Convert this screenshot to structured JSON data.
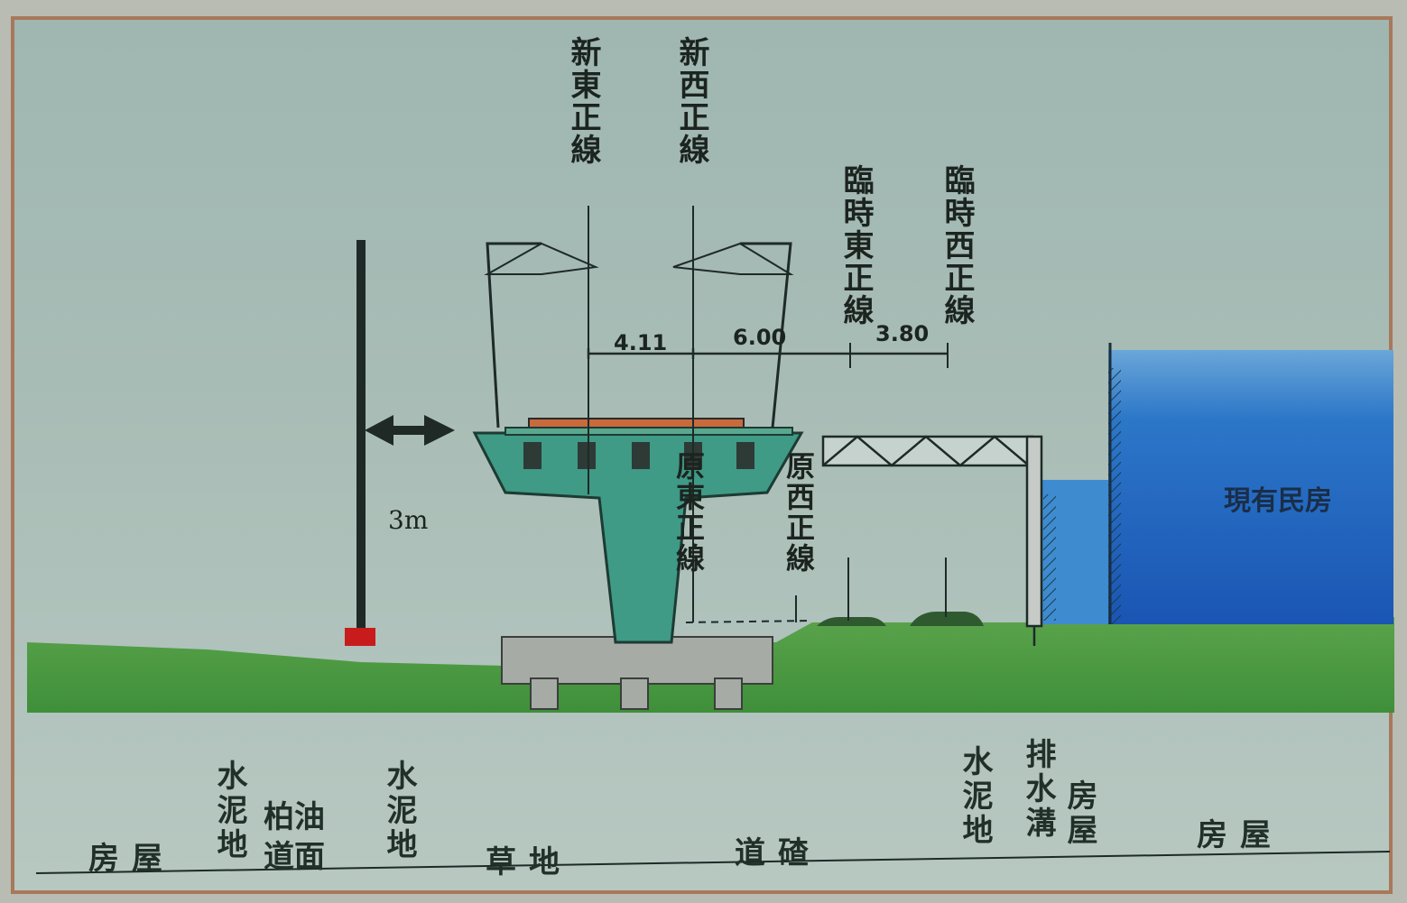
{
  "track_labels": {
    "new_east": "新東正線",
    "new_west": "新西正線",
    "temp_east": "臨時東正線",
    "temp_west": "臨時西正線",
    "orig_east": "原東正線",
    "orig_west": "原西正線"
  },
  "dimensions": {
    "d1": "4.11",
    "d2": "6.00",
    "d3": "3.80",
    "clearance": "3m"
  },
  "building_label": "現有民房",
  "ground_zones": [
    "房屋",
    "水泥地",
    "柏油道面",
    "水泥地",
    "草地",
    "道碴",
    "水泥地",
    "排水溝",
    "房屋",
    "房屋"
  ],
  "colors": {
    "background": "#a9bdb6",
    "ground": "#4e9a44",
    "pier": "#3f9a86",
    "building": "#1f62b8",
    "border": "#a8785a"
  }
}
